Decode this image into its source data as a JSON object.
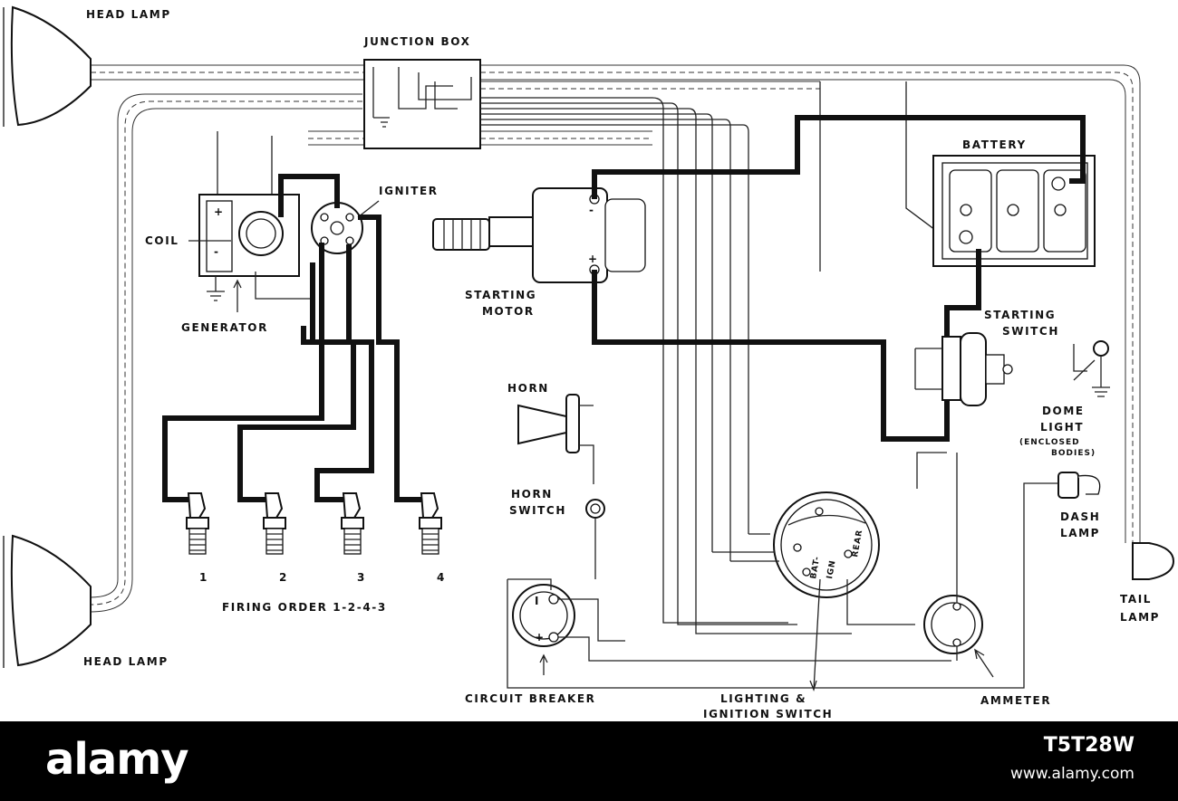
{
  "labels": {
    "head_lamp_top": "HEAD LAMP",
    "head_lamp_bottom": "HEAD LAMP",
    "junction_box": "JUNCTION BOX",
    "battery": "BATTERY",
    "igniter": "IGNITER",
    "coil": "COIL",
    "generator": "GENERATOR",
    "starting_motor_1": "STARTING",
    "starting_motor_2": "MOTOR",
    "starting_switch_1": "STARTING",
    "starting_switch_2": "SWITCH",
    "horn": "HORN",
    "horn_switch_1": "HORN",
    "horn_switch_2": "SWITCH",
    "dome_light_1": "DOME",
    "dome_light_2": "LIGHT",
    "dome_light_3": "(ENCLOSED",
    "dome_light_4": "BODIES)",
    "dash_lamp_1": "DASH",
    "dash_lamp_2": "LAMP",
    "tail_lamp_1": "TAIL",
    "tail_lamp_2": "LAMP",
    "firing_order": "FIRING ORDER 1-2-4-3",
    "plug_1": "1",
    "plug_2": "2",
    "plug_3": "3",
    "plug_4": "4",
    "circuit_breaker": "CIRCUIT BREAKER",
    "lighting_switch_1": "LIGHTING &",
    "lighting_switch_2": "IGNITION SWITCH",
    "ammeter": "AMMETER"
  },
  "footer": {
    "logo": "alamy",
    "image_code": "T5T28W",
    "url": "www.alamy.com"
  }
}
